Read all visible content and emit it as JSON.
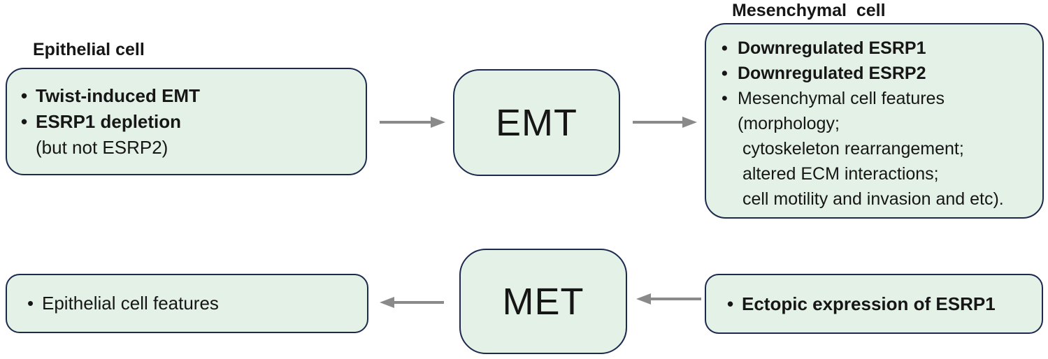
{
  "colors": {
    "background": "#ffffff",
    "box_fill": "#e4f1e6",
    "box_border": "#1b2a4e",
    "arrow": "#8a8a8a",
    "text": "#161616"
  },
  "titles": {
    "epithelial": "Epithelial cell",
    "mesenchymal": "Mesenchymal  cell"
  },
  "process_nodes": {
    "emt": "EMT",
    "met": "MET"
  },
  "boxes": {
    "epithelial_conditions": {
      "lines": [
        {
          "bullet": "•",
          "text": "Twist-induced EMT",
          "bold": true
        },
        {
          "bullet": "•",
          "text": "ESRP1 depletion",
          "bold": true
        },
        {
          "bullet": "",
          "text": "(but not ESRP2)",
          "bold": false
        }
      ]
    },
    "mesenchymal_outcomes": {
      "lines": [
        {
          "bullet": "•",
          "text": "Downregulated ESRP1",
          "bold": true
        },
        {
          "bullet": "•",
          "text": "Downregulated ESRP2",
          "bold": true
        },
        {
          "bullet": "•",
          "text": "Mesenchymal cell features",
          "bold": false
        },
        {
          "bullet": "",
          "text": "(morphology;",
          "bold": false
        },
        {
          "bullet": "",
          "text": " cytoskeleton rearrangement;",
          "bold": false
        },
        {
          "bullet": "",
          "text": " altered ECM interactions;",
          "bold": false
        },
        {
          "bullet": "",
          "text": " cell motility and invasion and etc).",
          "bold": false
        }
      ]
    },
    "epithelial_features": {
      "lines": [
        {
          "bullet": "•",
          "text": "Epithelial cell features",
          "bold": false
        }
      ]
    },
    "ectopic_esrp1": {
      "lines": [
        {
          "bullet": "•",
          "text": "Ectopic expression of ESRP1",
          "bold": true
        }
      ]
    }
  },
  "arrows": [
    {
      "from": "epithelial_conditions",
      "to": "emt",
      "direction": "right"
    },
    {
      "from": "emt",
      "to": "mesenchymal_outcomes",
      "direction": "right"
    },
    {
      "from": "met",
      "to": "epithelial_features",
      "direction": "left"
    },
    {
      "from": "ectopic_esrp1",
      "to": "met",
      "direction": "left"
    }
  ]
}
